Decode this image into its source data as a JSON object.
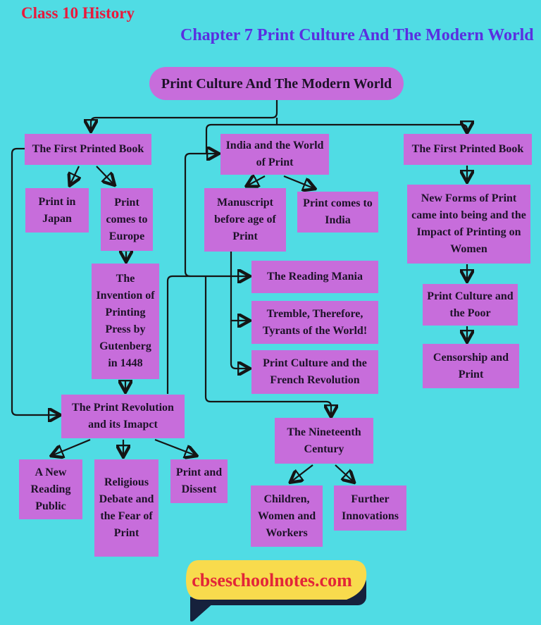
{
  "header": {
    "class_title": "Class 10 History",
    "chapter_title": "Chapter 7 Print Culture And The Modern World"
  },
  "nodes": {
    "root": {
      "label": "Print Culture And The Modern World"
    },
    "l1": {
      "label": "The First Printed Book"
    },
    "l2": {
      "label": "Print in Japan"
    },
    "l3": {
      "label": "Print comes to Europe"
    },
    "l4": {
      "label": "The Invention of Printing Press by Gutenberg in 1448"
    },
    "l5": {
      "label": "The Print Revolution and its Imapct"
    },
    "l6": {
      "label": "A New Reading Public"
    },
    "l7": {
      "label": "Religious Debate and the Fear of Print"
    },
    "l8": {
      "label": "Print and Dissent"
    },
    "m1": {
      "label": "India and the World of Print"
    },
    "m2": {
      "label": "Manuscript before age of Print"
    },
    "m3": {
      "label": "Print comes to India"
    },
    "m4": {
      "label": "The Reading Mania"
    },
    "m5": {
      "label": "Tremble, Therefore, Tyrants of the World!"
    },
    "m6": {
      "label": "Print Culture and the French Revolution"
    },
    "m7": {
      "label": "The Nineteenth Century"
    },
    "m8": {
      "label": "Children, Women and Workers"
    },
    "m9": {
      "label": "Further Innovations"
    },
    "r1": {
      "label": "The First Printed Book"
    },
    "r2": {
      "label": "New Forms of Print came into being and the Impact of Printing on Women"
    },
    "r3": {
      "label": "Print Culture and the Poor"
    },
    "r4": {
      "label": "Censorship and Print"
    }
  },
  "footer": {
    "site": "cbseschoolnotes.com"
  },
  "colors": {
    "background": "#50DCE4",
    "node_fill": "#C76DDB",
    "node_text": "#1d1228",
    "connector": "#151515",
    "class_title_red": "#E8193C",
    "chapter_title_violet": "#5A2FE0",
    "banner_yellow": "#F8DB4D",
    "banner_navy": "#16213C",
    "banner_text_red": "#E32638"
  }
}
